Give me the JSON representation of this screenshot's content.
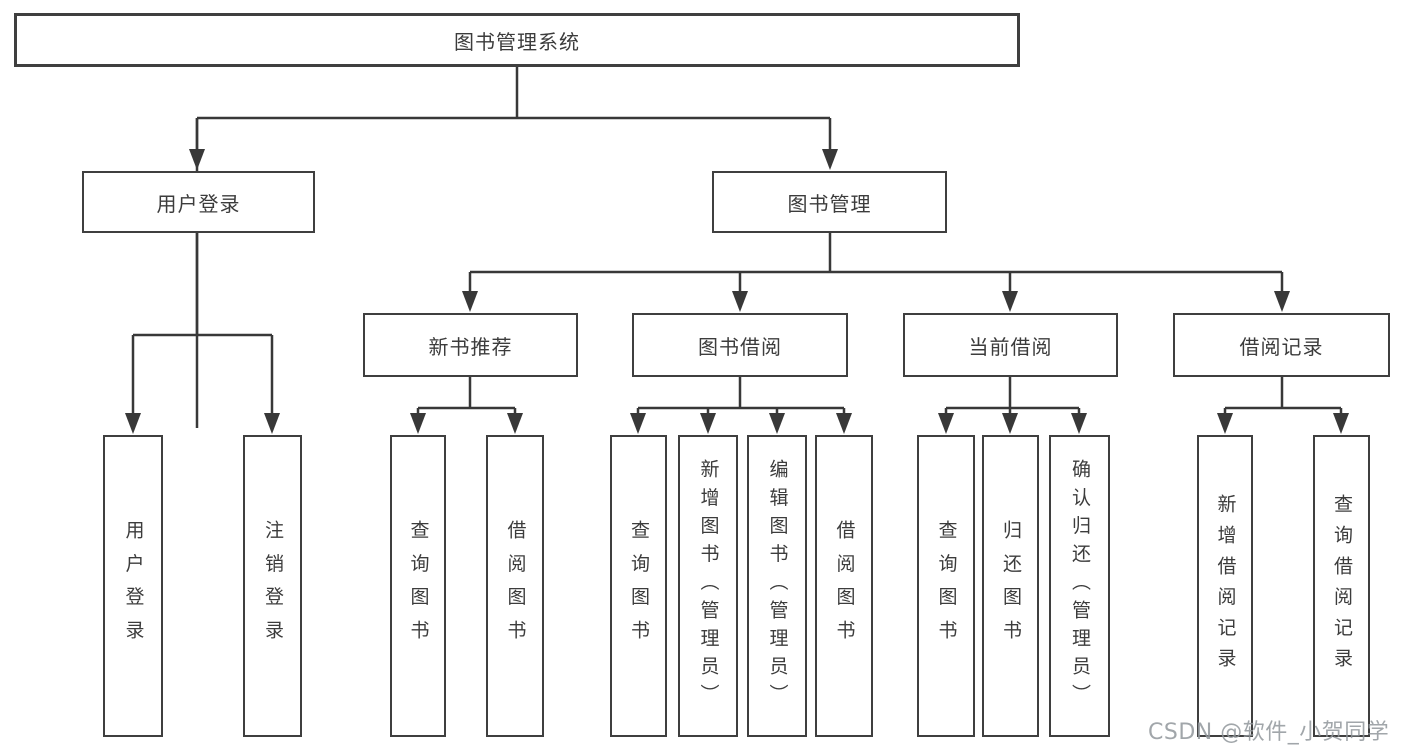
{
  "diagram": {
    "root": {
      "label": "图书管理系统"
    },
    "branches": [
      {
        "label": "用户登录",
        "children": [
          {
            "label": "用户登录"
          },
          {
            "label": "注销登录"
          }
        ]
      },
      {
        "label": "图书管理",
        "children": [
          {
            "label": "新书推荐",
            "children": [
              {
                "label": "查询图书"
              },
              {
                "label": "借阅图书"
              }
            ]
          },
          {
            "label": "图书借阅",
            "children": [
              {
                "label": "查询图书"
              },
              {
                "label": "新增图书（管理员）"
              },
              {
                "label": "编辑图书（管理员）"
              },
              {
                "label": "借阅图书"
              }
            ]
          },
          {
            "label": "当前借阅",
            "children": [
              {
                "label": "查询图书"
              },
              {
                "label": "归还图书"
              },
              {
                "label": "确认归还（管理员）"
              }
            ]
          },
          {
            "label": "借阅记录",
            "children": [
              {
                "label": "新增借阅记录"
              },
              {
                "label": "查询借阅记录"
              }
            ]
          }
        ]
      }
    ]
  },
  "watermark": {
    "text": "CSDN @软件_小贺同学"
  },
  "colors": {
    "line": "#383838",
    "box_border": "#3f3f3f",
    "box_fill": "#ffffff",
    "text": "#3c3c3c",
    "watermark_text": "#91969b"
  }
}
